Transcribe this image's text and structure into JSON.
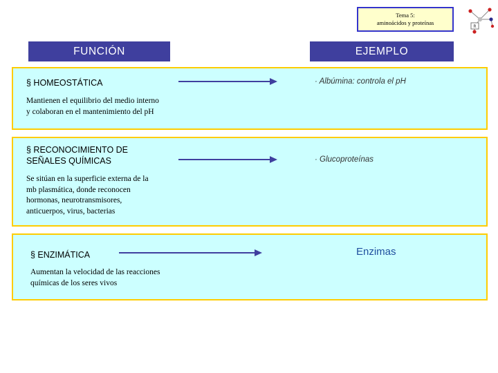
{
  "title_box": {
    "line1": "Tema 5:",
    "line2": "aminoácidos y proteínas"
  },
  "headers": {
    "left": "FUNCIÓN",
    "right": "EJEMPLO"
  },
  "rows": [
    {
      "function_title": "§ HOMEOSTÁTICA",
      "function_body": "Mantienen el equilibrio del medio interno\ny colaboran en el mantenimiento del pH",
      "example": "· Albúmina: controla el pH"
    },
    {
      "function_title": "§ RECONOCIMIENTO DE\nSEÑALES QUÍMICAS",
      "function_body": "Se sitúan en la superficie externa de la\nmb plasmática, donde reconocen\nhormonas, neurotransmisores,\nanticuerpos, virus, bacterias",
      "example": "· Glucoproteínas"
    },
    {
      "function_title": "§ ENZIMÁTICA",
      "function_body": "Aumentan la velocidad de las reacciones\nquímicas de los seres vivos",
      "example": "Enzimas"
    }
  ],
  "colors": {
    "header_bar": "#3f3f9e",
    "block_fill": "#ccffff",
    "block_border": "#ffcc00",
    "title_box_fill": "#ffffcc",
    "title_box_border": "#3333cc",
    "arrow": "#3f3f9e",
    "example_text": "#333333",
    "enzimas_text": "#1f4f9e"
  }
}
